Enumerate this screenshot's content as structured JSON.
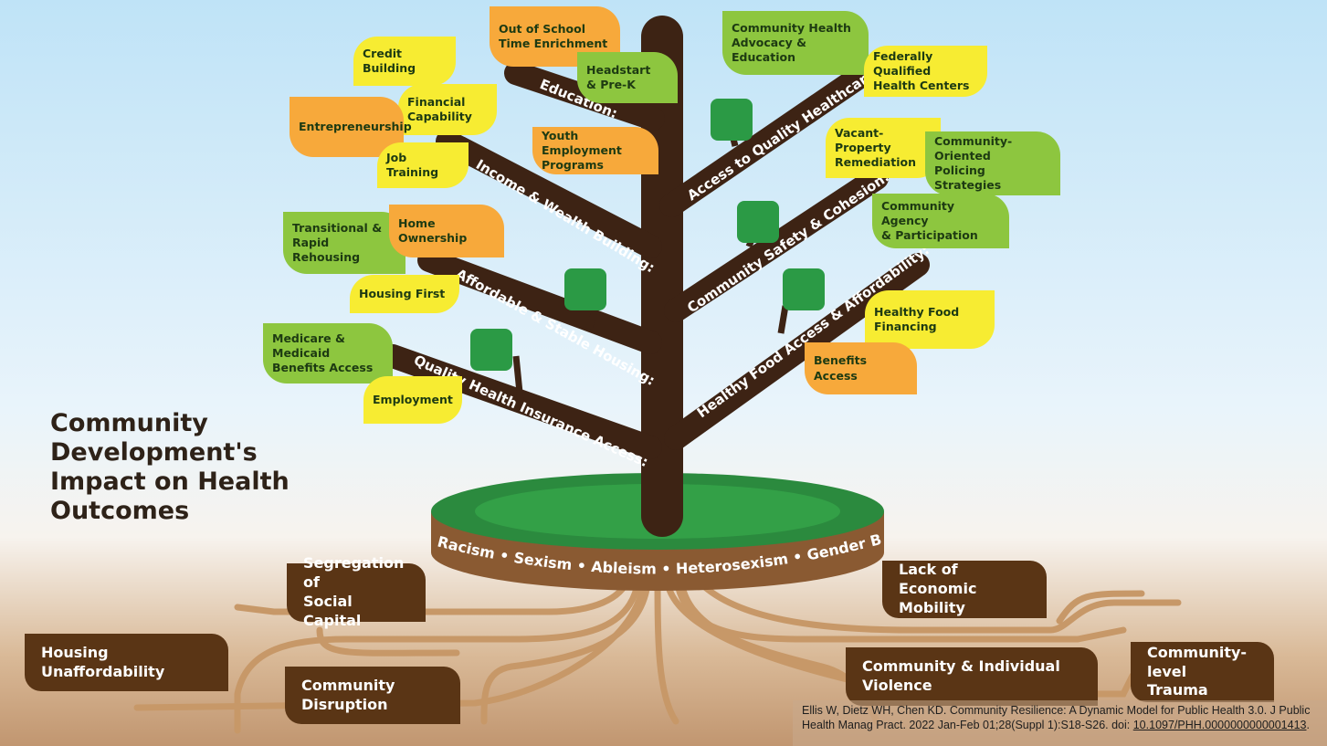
{
  "title": "Community\nDevelopment's\nImpact on Health Outcomes",
  "colors": {
    "trunk": "#3d2314",
    "root_box": "#5a3515",
    "leaf_green": "#8dc63f",
    "leaf_yellow": "#f7ec32",
    "leaf_orange": "#f7a93b",
    "ground_top": "#2b8a3e",
    "ground_rim": "#8a5a32",
    "roots": "#c79868"
  },
  "branches": [
    "Education:",
    "Income & Wealth Building:",
    "Affordable & Stable Housing:",
    "Quality Health Insurance Access:",
    "Access to Quality Healthcare:",
    "Community Safety & Cohesion:",
    "Healthy Food Access & Affordability:"
  ],
  "leaves": [
    "Out of School\nTime Enrichment",
    "Headstart\n& Pre-K",
    "Youth Employment\nPrograms",
    "Credit Building",
    "Financial\nCapability",
    "Entrepreneurship",
    "Job\nTraining",
    "Transitional &\nRapid Rehousing",
    "Home Ownership",
    "Housing First",
    "Medicare & Medicaid\nBenefits Access",
    "Employment",
    "Community Health\nAdvocacy & Education",
    "Federally Qualified\nHealth Centers",
    "Vacant-Property\nRemediation",
    "Community-Oriented\nPolicing Strategies",
    "Community Agency\n& Participation",
    "Healthy Food\nFinancing",
    "Benefits Access"
  ],
  "ground_text": "Racism • Sexism • Ableism • Heterosexism • Gender Binarism",
  "roots": [
    "Segregation of\nSocial Capital",
    "Housing Unaffordability",
    "Community Disruption",
    "Lack of\nEconomic Mobility",
    "Community & Individual Violence",
    "Community-level\nTrauma"
  ],
  "citation": {
    "text": "Ellis W, Dietz WH, Chen KD. Community Resilience: A Dynamic Model for Public Health 3.0. J Public Health Manag Pract. 2022 Jan-Feb 01;28(Suppl 1):S18-S26. doi: ",
    "doi": "10.1097/PHH.0000000000001413",
    "end": "."
  }
}
